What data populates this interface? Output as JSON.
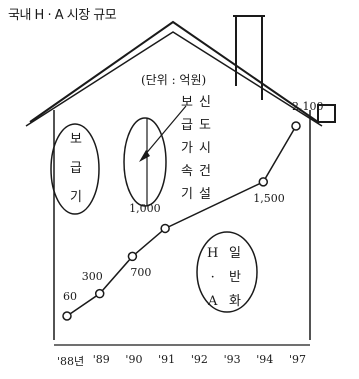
{
  "title": "국내 H · A 시장 규모",
  "unit_note": "(단위 : 억원)",
  "stages": {
    "diffusion": [
      "보",
      "급",
      "기"
    ],
    "boom_line1": [
      "보",
      "급",
      "가",
      "속",
      "기"
    ],
    "boom_line2": [
      "신",
      "도",
      "시",
      "건",
      "설"
    ],
    "general_line1": [
      "H",
      "·",
      "A"
    ],
    "general_line2": [
      "일",
      "반",
      "화"
    ]
  },
  "chart_data": {
    "type": "line",
    "title": "국내 H · A 시장 규모",
    "ylabel": "(단위 : 억원)",
    "categories": [
      "'88년",
      "'89",
      "'90",
      "'91",
      "'92",
      "'93",
      "'94",
      "'97"
    ],
    "points": [
      {
        "x": "'88년",
        "y": 60,
        "label": "60"
      },
      {
        "x": "'89",
        "y": 300,
        "label": "300"
      },
      {
        "x": "'90",
        "y": 700,
        "label": "700"
      },
      {
        "x": "'91",
        "y": 1000,
        "label": "1,000"
      },
      {
        "x": "'94",
        "y": 1500,
        "label": "1,500"
      },
      {
        "x": "'97",
        "y": 2100,
        "label": "2,100"
      }
    ],
    "series": [
      {
        "values": [
          60,
          300,
          700,
          1000,
          1500,
          2100
        ]
      }
    ],
    "grid": false,
    "legend": "none"
  },
  "colors": {
    "ink": "#1a1a1a",
    "paper": "#ffffff"
  }
}
